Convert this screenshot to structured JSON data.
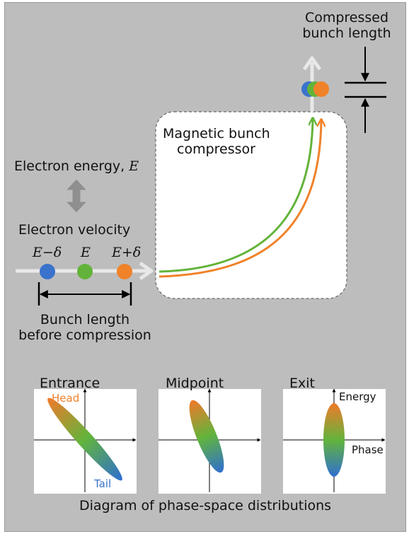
{
  "labels": {
    "compressed_line1": "Compressed",
    "compressed_line2": "bunch length",
    "compressor_line1": "Magnetic bunch",
    "compressor_line2": "compressor",
    "electron_energy": "Electron energy, ",
    "energy_symbol": "E",
    "electron_velocity": "Electron velocity",
    "e_minus": "E−δ",
    "e_mid": "E",
    "e_plus": "E+δ",
    "bunch_before_line1": "Bunch length",
    "bunch_before_line2": "before compression"
  },
  "phase_space": {
    "panels": [
      {
        "title": "Entrance",
        "tilt_deg": -42
      },
      {
        "title": "Midpoint",
        "tilt_deg": -22
      },
      {
        "title": "Exit",
        "tilt_deg": 0
      }
    ],
    "head_label": "Head",
    "tail_label": "Tail",
    "axis_energy": "Energy",
    "axis_phase": "Phase",
    "caption": "Diagram of phase-space distributions"
  },
  "colors": {
    "background": "#bdbdbd",
    "blue": "#3a72cc",
    "green": "#63b33a",
    "orange": "#f0822a",
    "head_text": "#f0822a",
    "tail_text": "#3a72cc"
  }
}
